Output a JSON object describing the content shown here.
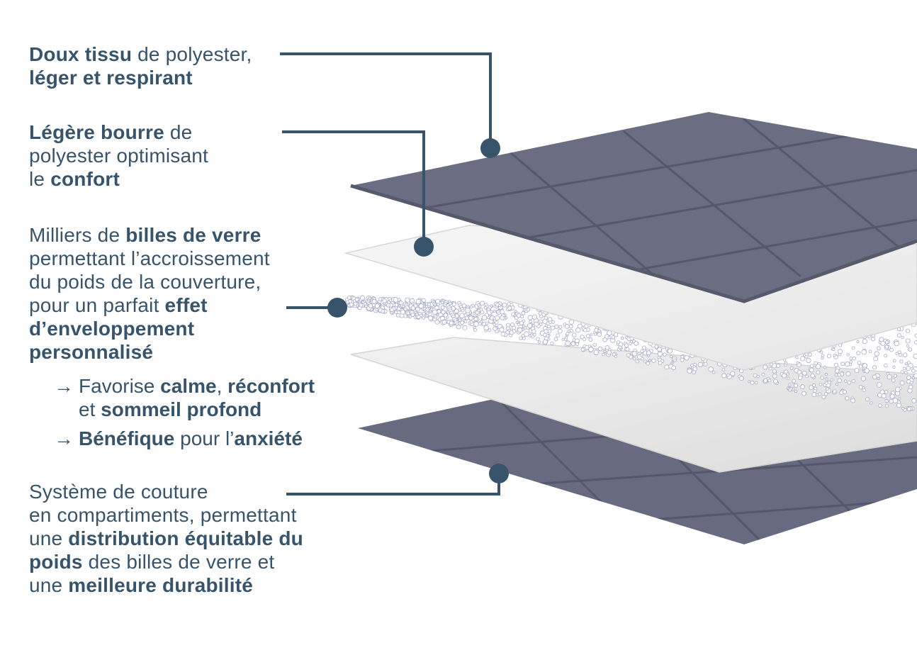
{
  "colors": {
    "ink": "#37546a",
    "leader": "#37546a",
    "fabric": "#6b6e82",
    "fabric_dark": "#585b6e",
    "fabric_seam": "#4e5164",
    "padding": "#efefef",
    "beads": "#a9abc8"
  },
  "labels": [
    {
      "id": "fabric",
      "lines": [
        [
          {
            "t": "Doux tissu",
            "b": true
          },
          {
            "t": " de polyester,",
            "b": false
          }
        ],
        [
          {
            "t": "léger et respirant",
            "b": true
          }
        ]
      ]
    },
    {
      "id": "filling",
      "lines": [
        [
          {
            "t": "Légère bourre",
            "b": true
          },
          {
            "t": " de",
            "b": false
          }
        ],
        [
          {
            "t": "polyester optimisant",
            "b": false
          }
        ],
        [
          {
            "t": "le ",
            "b": false
          },
          {
            "t": "confort",
            "b": true
          }
        ]
      ]
    },
    {
      "id": "beads",
      "lines": [
        [
          {
            "t": "Milliers de ",
            "b": false
          },
          {
            "t": "billes de verre",
            "b": true
          }
        ],
        [
          {
            "t": "permettant l’accroissement",
            "b": false
          }
        ],
        [
          {
            "t": "du poids de la couverture,",
            "b": false
          }
        ],
        [
          {
            "t": "pour un parfait ",
            "b": false
          },
          {
            "t": "effet",
            "b": true
          }
        ],
        [
          {
            "t": "d’enveloppement",
            "b": true
          }
        ],
        [
          {
            "t": "personnalisé",
            "b": true
          }
        ]
      ]
    },
    {
      "id": "stitching",
      "lines": [
        [
          {
            "t": "Système de couture",
            "b": false
          }
        ],
        [
          {
            "t": "en compartiments, permettant",
            "b": false
          }
        ],
        [
          {
            "t": "une ",
            "b": false
          },
          {
            "t": "distribution équitable du",
            "b": true
          }
        ],
        [
          {
            "t": "poids",
            "b": true
          },
          {
            "t": " des billes de verre et",
            "b": false
          }
        ],
        [
          {
            "t": "une ",
            "b": false
          },
          {
            "t": "meilleure durabilité",
            "b": true
          }
        ]
      ]
    }
  ],
  "bullets": [
    {
      "arrow": "→",
      "lines": [
        [
          {
            "t": "Favorise ",
            "b": false
          },
          {
            "t": "calme",
            "b": true
          },
          {
            "t": ", ",
            "b": false
          },
          {
            "t": "réconfort",
            "b": true
          }
        ],
        [
          {
            "t": "et ",
            "b": false
          },
          {
            "t": "sommeil profond",
            "b": true
          }
        ]
      ]
    },
    {
      "arrow": "→",
      "lines": [
        [
          {
            "t": "Bénéfique",
            "b": true
          },
          {
            "t": " pour l’",
            "b": false
          },
          {
            "t": "anxiété",
            "b": true
          }
        ]
      ]
    }
  ]
}
